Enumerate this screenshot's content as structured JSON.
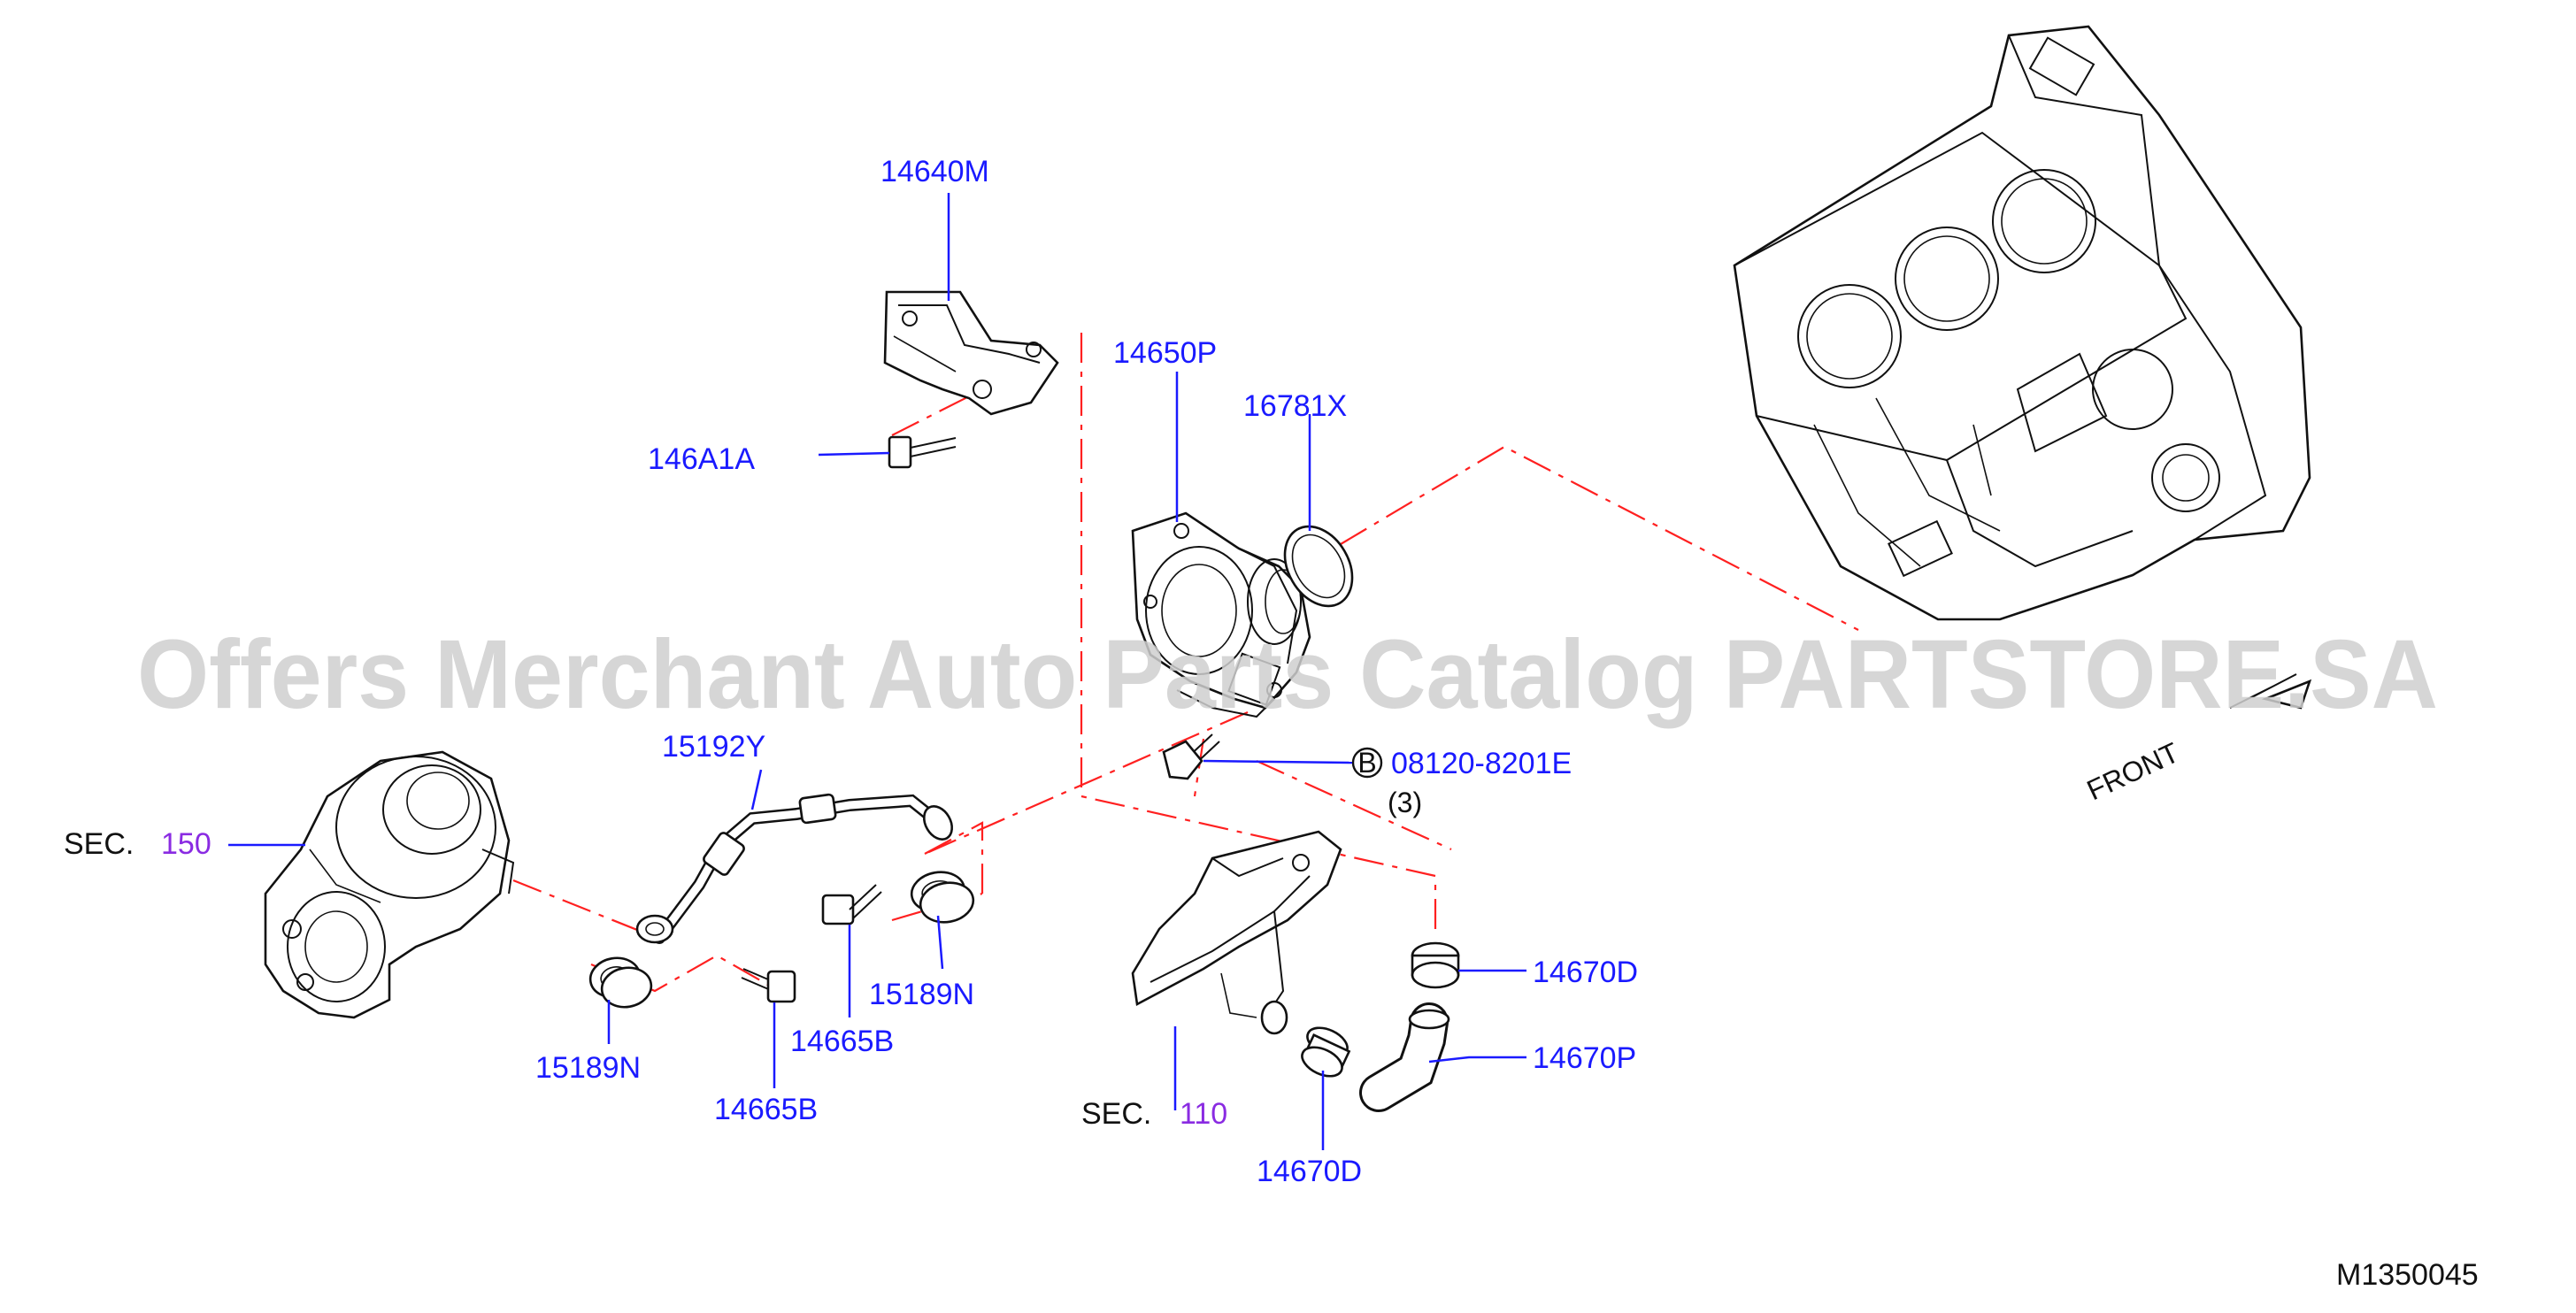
{
  "part_numbers": {
    "p14640m": "14640M",
    "p146a1a": "146A1A",
    "p14650p": "14650P",
    "p16781x": "16781X",
    "p08120": "08120-8201E",
    "p08120_qty": "(3)",
    "p08120_marker": "B",
    "p15192y": "15192Y",
    "p15189n_right": "15189N",
    "p15189n_left": "15189N",
    "p14665b_right": "14665B",
    "p14665b_left": "14665B",
    "p14670d_top": "14670D",
    "p14670p": "14670P",
    "p14670d_bottom": "14670D"
  },
  "sections": {
    "sec150_label": "SEC.",
    "sec150_num": "150",
    "sec110_label": "SEC.",
    "sec110_num": "110"
  },
  "front_label": "FRONT",
  "diagram_id": "M1350045",
  "watermark": "Offers Merchant Auto Parts Catalog PARTSTORE.SA"
}
